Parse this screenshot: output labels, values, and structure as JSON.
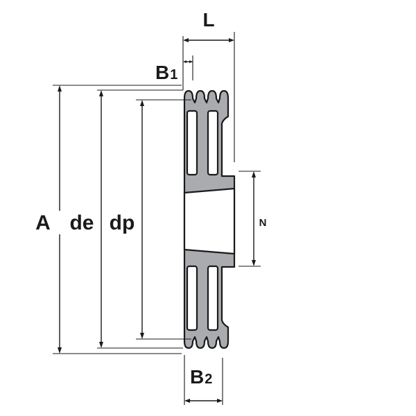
{
  "labels": {
    "L": "L",
    "B1": {
      "main": "B",
      "sub": "1"
    },
    "B2": {
      "main": "B",
      "sub": "2"
    },
    "A": "A",
    "de": "de",
    "dp": "dp",
    "N": "N"
  },
  "colors": {
    "pulley_fill": "#a9abae",
    "line": "#1a1a1a",
    "background": "#ffffff"
  }
}
